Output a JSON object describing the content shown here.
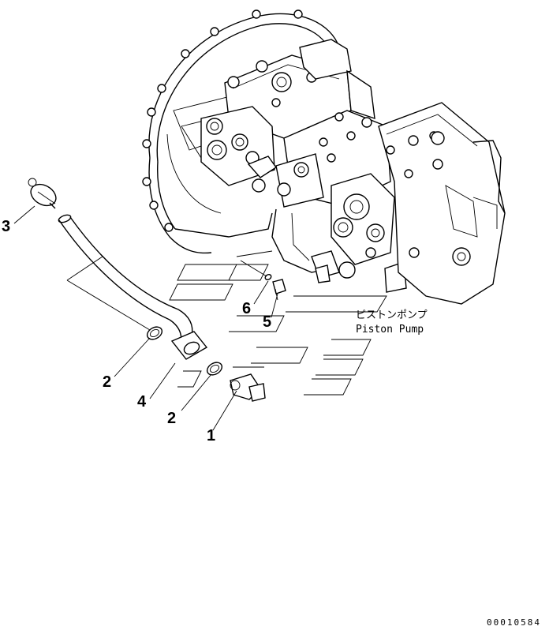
{
  "callouts": [
    {
      "num": "1",
      "part": "elbow-fitting"
    },
    {
      "num": "2",
      "part": "o-ring-upper"
    },
    {
      "num": "2",
      "part": "o-ring-lower"
    },
    {
      "num": "3",
      "part": "breather-cap"
    },
    {
      "num": "4",
      "part": "pipe"
    },
    {
      "num": "5",
      "part": "plug"
    },
    {
      "num": "6",
      "part": "o-ring-small"
    }
  ],
  "component_label": {
    "jp": "ピストンポンプ",
    "en": "Piston Pump"
  },
  "document_number": "00010584"
}
